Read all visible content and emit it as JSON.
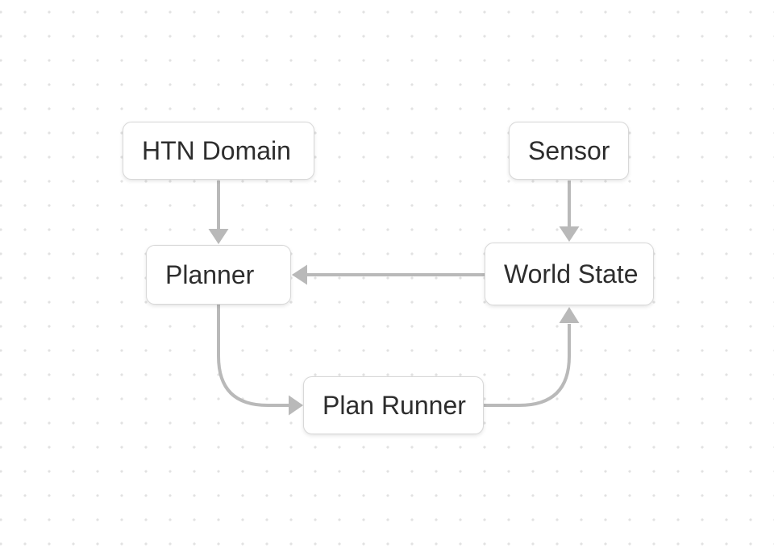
{
  "diagram": {
    "nodes": [
      {
        "id": "htn-domain",
        "label": "HTN Domain"
      },
      {
        "id": "sensor",
        "label": "Sensor"
      },
      {
        "id": "planner",
        "label": "Planner"
      },
      {
        "id": "world-state",
        "label": "World State"
      },
      {
        "id": "plan-runner",
        "label": "Plan Runner"
      }
    ],
    "edges": [
      {
        "from": "HTN Domain",
        "to": "Planner",
        "direction": "down"
      },
      {
        "from": "Sensor",
        "to": "World State",
        "direction": "down"
      },
      {
        "from": "World State",
        "to": "Planner",
        "direction": "left"
      },
      {
        "from": "Planner",
        "to": "Plan Runner",
        "direction": "down-then-right"
      },
      {
        "from": "Plan Runner",
        "to": "World State",
        "direction": "right-then-up"
      }
    ],
    "colors": {
      "arrow": "#b9b9b9",
      "node_border": "#d8d8d8",
      "node_bg": "#ffffff",
      "text": "#2d2d2d",
      "grid_dot": "#e2e2e2",
      "canvas_bg": "#ffffff"
    }
  }
}
